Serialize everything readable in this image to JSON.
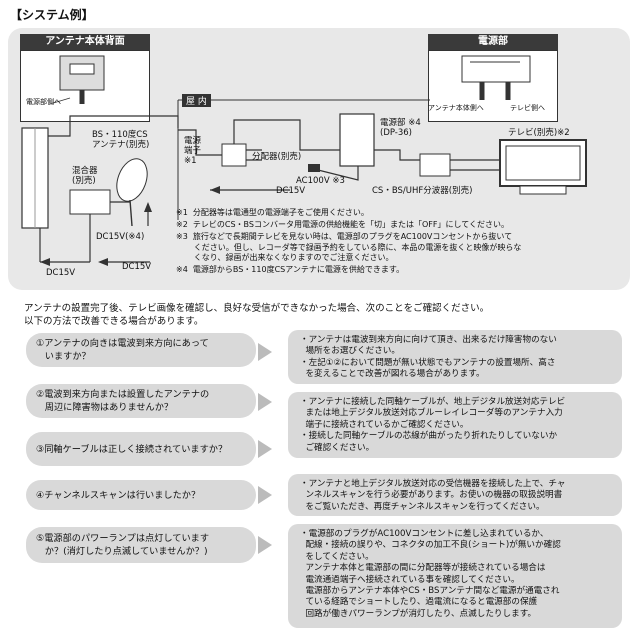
{
  "title": "【システム例】",
  "diagram": {
    "antenna_back_header": "アンテナ本体背面",
    "power_header": "電源部",
    "indoor_label": "屋 内",
    "to_power_unit": "電源部側へ",
    "bs_antenna": "BS・110度CS\nアンテナ(別売)",
    "mixer": "混合器\n(別売)",
    "power_terminal": "電源\n端子\n※1",
    "splitter": "分配器(別売)",
    "power_unit": "電源部 ※4\n(DP-36)",
    "tv": "テレビ(別売)※2",
    "ac": "AC100V ※3",
    "uhf_splitter": "CS・BS/UHF分波器(別売)",
    "dc15v_a": "DC15V",
    "dc15v_b": "DC15V(※4)",
    "dc15v_c": "DC15V",
    "dc15v_d": "DC15V",
    "to_antenna": "アンテナ本体側へ",
    "to_tv": "テレビ側へ",
    "notes": [
      "※1  分配器等は電通型の電源端子をご使用ください。",
      "※2  テレビのCS・BSコンバータ用電源の供給機能を「切」または「OFF」にしてください。",
      "※3  旅行などで長期間テレビを見ない時は、電源部のプラグをAC100Vコンセントから抜いて\n       ください。但し、レコーダ等で録画予約をしている際に、本品の電源を抜くと映像が映らな\n       くなり、録画が出来なくなりますのでご注意ください。",
      "※4  電源部からBS・110度CSアンテナに電源を供給できます。"
    ]
  },
  "intro": [
    "アンテナの設置完了後、テレビ画像を確認し、良好な受信ができなかった場合、次のことをご確認ください。",
    "以下の方法で改善できる場合があります。"
  ],
  "questions": [
    "①アンテナの向きは電波到来方向にあって\n   いますか？",
    "②電波到来方向または設置したアンテナの\n   周辺に障害物はありませんか？",
    "③同軸ケーブルは正しく接続されていますか？",
    "④チャンネルスキャンは行いましたか？",
    "⑤電源部のパワーランプは点灯しています\n   か？(消灯したり点滅していませんか？)"
  ],
  "answers": [
    "・アンテナは電波到来方向に向けて頂き、出来るだけ障害物のない\n  場所をお選びください。\n・左記①②において問題が無い状態でもアンテナの設置場所、高さ\n  を変えることで改善が図れる場合があります。",
    "・アンテナに接続した同軸ケーブルが、地上デジタル放送対応テレビ\n  または地上デジタル放送対応ブルーレイレコーダ等のアンテナ入力\n  端子に接続されているかご確認ください。\n・接続した同軸ケーブルの芯線が曲がったり折れたりしていないか\n  ご確認ください。",
    "・アンテナと地上デジタル放送対応の受信機器を接続した上で、チャ\n  ンネルスキャンを行う必要があります。お使いの機器の取扱説明書\n  をご覧いただき、再度チャンネルスキャンを行ってください。",
    "・電源部のプラグがAC100Vコンセントに差し込まれているか、\n  配線・接続の誤りや、コネクタの加工不良(ショート)が無いか確認\n  をしてください。\n  アンテナ本体と電源部の間に分配器等が接続されている場合は\n  電流通過端子へ接続されている事を確認してください。\n  電源部からアンテナ本体やCS・BSアンテナ間など電源が通電され\n  ている経路でショートしたり、過電流になると電源部の保護\n  回路が働きパワーランプが消灯したり、点滅したりします。"
  ]
}
